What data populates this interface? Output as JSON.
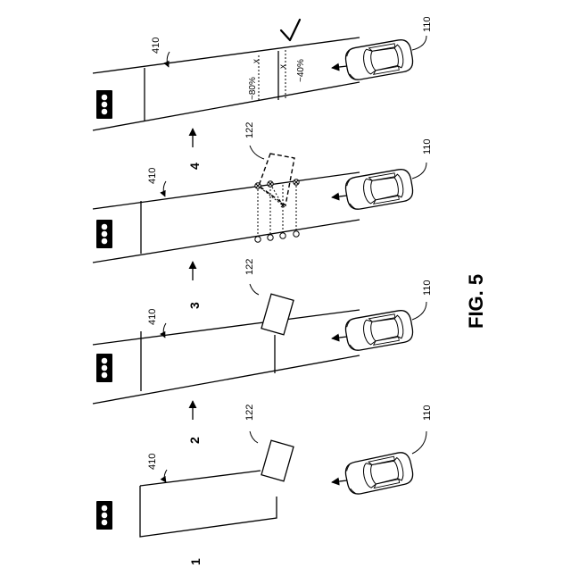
{
  "figure_label": "FIG. 5",
  "panels": [
    {
      "step": "1",
      "zone_label": "410",
      "object_label": "122",
      "vehicle_label": "110"
    },
    {
      "step": "2",
      "zone_label": "410",
      "object_label": "122",
      "vehicle_label": "110"
    },
    {
      "step": "3",
      "zone_label": "410",
      "object_label": "122",
      "vehicle_label": "110"
    },
    {
      "step": "4",
      "zone_label": "410",
      "vehicle_label": "110",
      "percent_a": "~80%",
      "percent_b": "~40%"
    }
  ]
}
